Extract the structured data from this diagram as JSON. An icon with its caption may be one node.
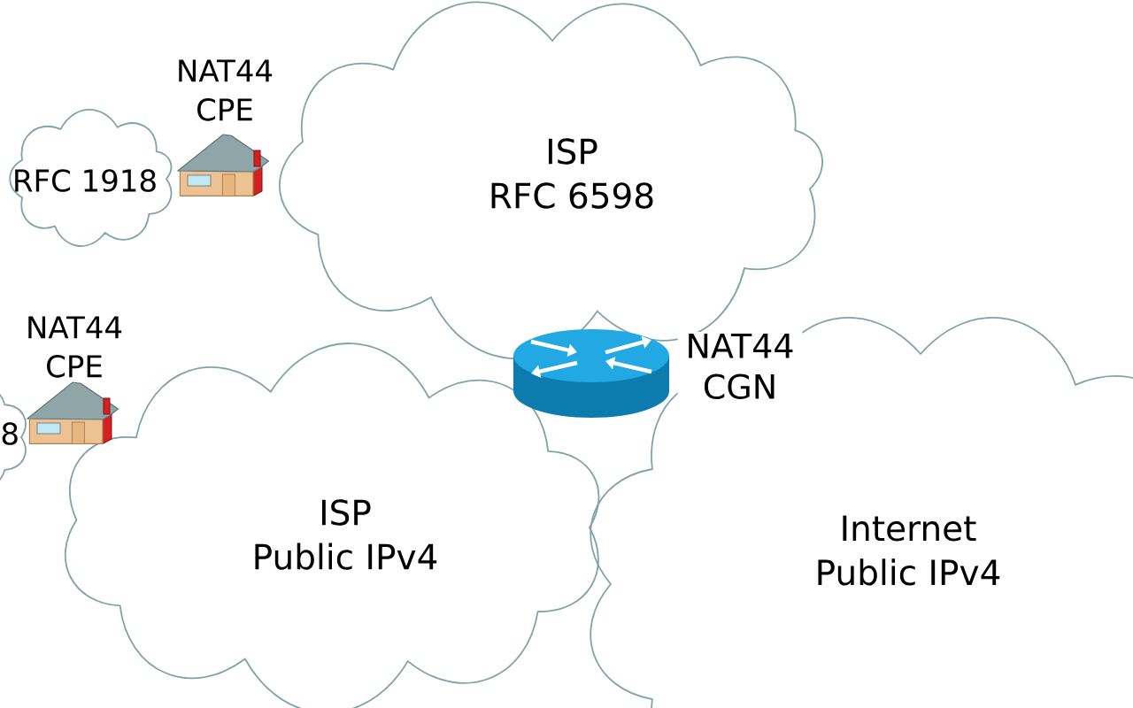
{
  "diagram": {
    "nodes": [
      {
        "text": [
          "RFC 1918"
        ]
      },
      {
        "text": [],
        "shape": "picture",
        "beside": [
          "NAT44 CPE"
        ]
      },
      {
        "text": [
          "ISP",
          "RFC 6598"
        ]
      },
      {
        "text": [
          "8"
        ]
      },
      {
        "text": [],
        "shape": "picture",
        "beside": [
          "NAT44 CPE"
        ]
      },
      {
        "text": [
          "ISP",
          "Public IPv4"
        ]
      },
      {
        "text": [],
        "shape": "picture",
        "beside": [
          "NAT44 CGN"
        ]
      },
      {
        "text": [
          "Internet",
          "Public IPv4"
        ]
      }
    ]
  }
}
